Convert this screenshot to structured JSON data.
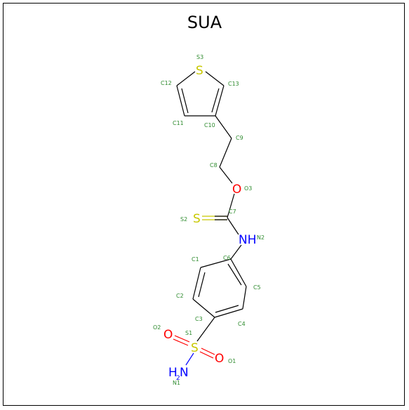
{
  "title": "SUA",
  "colors": {
    "S": "#c8c800",
    "O": "#ff0000",
    "N": "#0000ff",
    "index": "#2e8b2e",
    "bond": "#000000"
  },
  "heteroatoms": {
    "S3": "S",
    "O3": "O",
    "S2": "S",
    "N2": "NH",
    "S1": "S",
    "O2": "O",
    "O1": "O",
    "N1_main": "H",
    "N1_sub": "2",
    "N1_tail": "N"
  },
  "atom_indices": {
    "S3": "S3",
    "C12": "C12",
    "C13": "C13",
    "C11": "C11",
    "C10": "C10",
    "C9": "C9",
    "C8": "C8",
    "O3": "O3",
    "C7": "C7",
    "S2": "S2",
    "N2": "N2",
    "C1": "C1",
    "C6": "C6",
    "C5": "C5",
    "C2": "C2",
    "C3": "C3",
    "C4": "C4",
    "S1": "S1",
    "O2": "O2",
    "O1": "O1",
    "N1": "N1"
  }
}
